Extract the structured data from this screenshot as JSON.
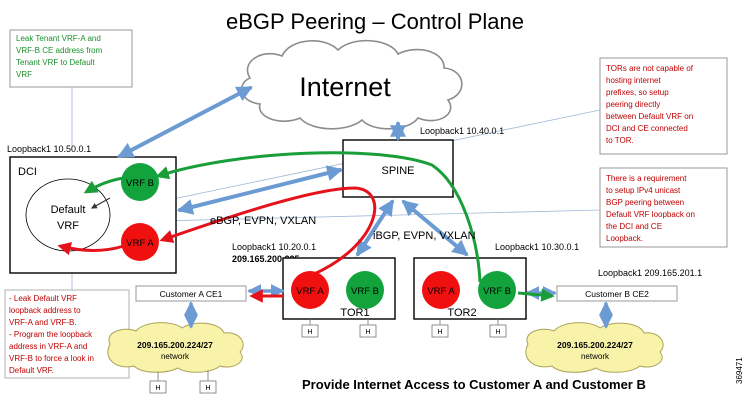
{
  "title": "eBGP Peering – Control Plane",
  "footer": "Provide Internet Access to Customer A and Customer B",
  "figure_id": "369471",
  "internet": "Internet",
  "notes": {
    "green_top": [
      "Leak Tenant VRF-A and",
      "VRF-B CE address from",
      "Tenant VRF to Default",
      "VRF"
    ],
    "red_top_right": [
      "TORs are not capable of",
      "hosting internet",
      "prefixes, so setup",
      "peering directly",
      "between Default VRF on",
      "DCI and CE connected",
      "to TOR."
    ],
    "red_mid_right": [
      "There is a requirement",
      "to setup IPv4 unicast",
      "BGP peering between",
      "Default VRF loopback on",
      "the DCI and CE",
      "Loopback."
    ],
    "red_left": [
      "- Leak Default VRF",
      "loopback address to",
      "VRF-A and VRF-B.",
      "- Program the loopback",
      "address in VRF-A and",
      "VRF-B to force a look in",
      "Default VRF."
    ]
  },
  "labels": {
    "dci_loopback": "Loopback1 10.50.0.1",
    "spine_loopback": "Loopback1 10.40.0.1",
    "tor1_loopback_1": "Loopback1 10.20.0.1",
    "tor1_loopback_2": "209.165.200.225",
    "tor2_loopback": "Loopback1 10.30.0.1",
    "ce2_loopback": "Loopback1  209.165.201.1",
    "dci": "DCI",
    "default_vrf_1": "Default",
    "default_vrf_2": "VRF",
    "spine": "SPINE",
    "tor1": "TOR1",
    "tor2": "TOR2",
    "ebgp": "eBGP, EVPN, VXLAN",
    "ibgp": "iBGP, EVPN, VXLAN",
    "vrf_a": "VRF A",
    "vrf_b": "VRF B",
    "customer_a": "Customer A CE1",
    "customer_b": "Customer B CE2",
    "net_left_1": "209.165.200.224/27",
    "net_left_2": "network",
    "net_right_1": "209.165.200.224/27",
    "net_right_2": "network",
    "host": "H"
  },
  "colors": {
    "arrow_blue": "#6b9bd2",
    "green_path": "#1a9e3a",
    "red_path": "#e5121b",
    "vrf_red": "#f01010",
    "vrf_green": "#12a33c",
    "note_green": "#1a8f2a",
    "note_red": "#c00000"
  }
}
